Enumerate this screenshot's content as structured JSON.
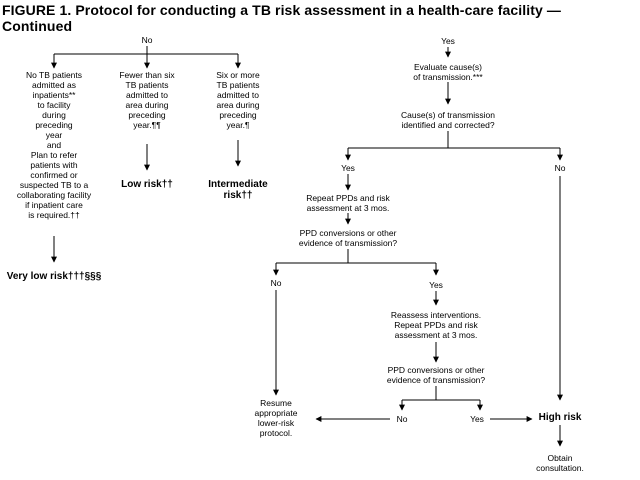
{
  "figure_title": "FIGURE 1. Protocol for conducting a TB risk assessment in a health-care facility —\nContinued",
  "nodes": {
    "no_top": "No",
    "yes_top": "Yes",
    "no_tb": "No TB patients\nadmitted as\ninpatients**\nto facility\nduring\npreceding\nyear\nand\nPlan to refer\npatients with\nconfirmed or\nsuspected TB to a\ncollaborating facility\nif inpatient care\nis required.††",
    "fewer_six": "Fewer than six\nTB patients\nadmitted to\narea during\npreceding\nyear.¶¶",
    "six_more": "Six or more\nTB patients\nadmitted to\narea during\npreceding\nyear.¶",
    "very_low": "Very low risk†††§§§",
    "low": "Low risk††",
    "intermediate": "Intermediate\nrisk††",
    "evaluate": "Evaluate cause(s)\nof transmission.***",
    "causes_q": "Cause(s) of transmission\nidentified and corrected?",
    "yes_mid": "Yes",
    "no_right": "No",
    "repeat_ppd": "Repeat PPDs and risk\nassessment at 3 mos.",
    "ppd_q1": "PPD conversions or other\nevidence of transmission?",
    "no_left": "No",
    "yes_lower": "Yes",
    "reassess": "Reassess interventions.\nRepeat PPDs and risk\nassessment at 3 mos.",
    "ppd_q2": "PPD conversions or other\nevidence of transmission?",
    "resume": "Resume\nappropriate\nlower-risk\nprotocol.",
    "no_bottom": "No",
    "yes_bottom": "Yes",
    "high_risk": "High risk",
    "obtain": "Obtain\nconsultation."
  }
}
